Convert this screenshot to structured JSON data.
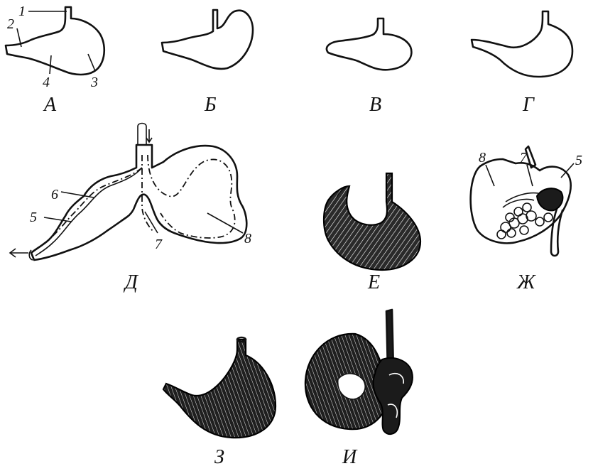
{
  "figures": {
    "A": {
      "caption": "А",
      "labels": {
        "n1": "1",
        "n2": "2",
        "n3": "3",
        "n4": "4"
      }
    },
    "B": {
      "caption": "Б"
    },
    "V": {
      "caption": "В"
    },
    "G": {
      "caption": "Г"
    },
    "D": {
      "caption": "Д",
      "labels": {
        "n5": "5",
        "n6": "6",
        "n7": "7",
        "n8": "8"
      }
    },
    "E": {
      "caption": "Е"
    },
    "Zh": {
      "caption": "Ж",
      "labels": {
        "n5": "5",
        "n7": "7",
        "n8": "8"
      }
    },
    "Z": {
      "caption": "З"
    },
    "I": {
      "caption": "И"
    }
  }
}
